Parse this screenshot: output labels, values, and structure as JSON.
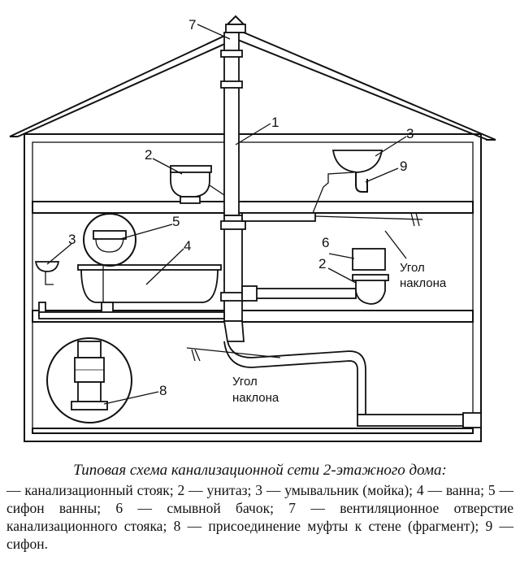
{
  "callouts": {
    "n1": "1",
    "n2_top": "2",
    "n3_top": "3",
    "n9": "9",
    "n7": "7",
    "n3_left": "3",
    "n5": "5",
    "n4": "4",
    "n6": "6",
    "n2_mid": "2",
    "n8": "8"
  },
  "labels": {
    "slope_right_1": "Угол",
    "slope_right_2": "наклона",
    "slope_lower_1": "Угол",
    "slope_lower_2": "наклона"
  },
  "caption": {
    "title": "Типовая схема канализационной сети 2-этажного дома:",
    "legend": "— канализационный стояк; 2 — унитаз; 3 — умывальник (мойка); 4 — ванна; 5 — сифон ванны; 6 — смывной бачок; 7 — вентиляционное отверстие канализационного стояка; 8 — присоединение муфты к стене (фрагмент); 9 — сифон."
  }
}
